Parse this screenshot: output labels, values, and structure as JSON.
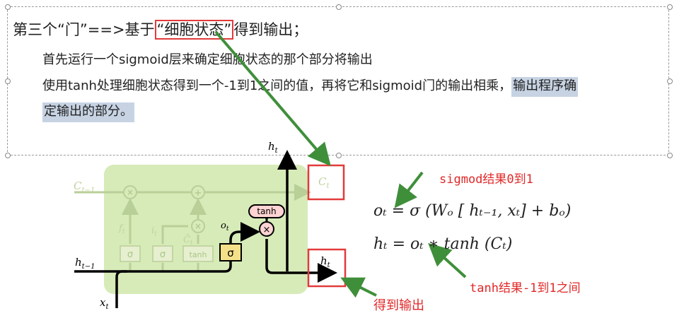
{
  "slide": {
    "heading_pre": "第三个“门”==>基于",
    "heading_highlight": "“细胞状态”",
    "heading_post": "得到输出；",
    "bullet1": "首先运行一个sigmoid层来确定细胞状态的那个部分将输出",
    "bullet2_plain": "使用tanh处理细胞状态得到一个-1到1之间的值，再将它和sigmoid门的输出相乘，",
    "bullet2_selected": "输出程序确",
    "bullet3_selected": "定输出的部分。"
  },
  "diagram": {
    "ht_top": "h",
    "ht_top_sub": "t",
    "ct_prev": "C",
    "ct_prev_sub": "t−1",
    "ct": "C",
    "ct_sub": "t",
    "ht_prev": "h",
    "ht_prev_sub": "t−1",
    "xt": "x",
    "xt_sub": "t",
    "ht_right": "h",
    "ht_right_sub": "t",
    "ot": "o",
    "ot_sub": "t",
    "ft": "f",
    "ft_sub": "t",
    "it": "i",
    "it_sub": "t",
    "ctilde": "C̃",
    "ctilde_sub": "t",
    "tanh_pill": "tanh",
    "sigma": "σ",
    "sigma_faded_1": "σ",
    "sigma_faded_2": "σ",
    "tanh_faded": "tanh",
    "times": "×",
    "plus": "+"
  },
  "equations": {
    "eq1": "oₜ = σ (Wₒ [ hₜ₋₁, xₜ]  +  bₒ)",
    "eq2": "hₜ = oₜ ∗ tanh (Cₜ)"
  },
  "annotations": {
    "sigmoid_note": "sigmod结果0到1",
    "tanh_note": "tanh结果-1到1之间",
    "output_note": "得到输出"
  },
  "colors": {
    "highlight_border": "#e23b3b",
    "arrow_green": "#3f8f3a",
    "cell_bg": "#d7ebb9",
    "selection": "#c7d3e3",
    "sigma_box": "#f5e08a"
  }
}
